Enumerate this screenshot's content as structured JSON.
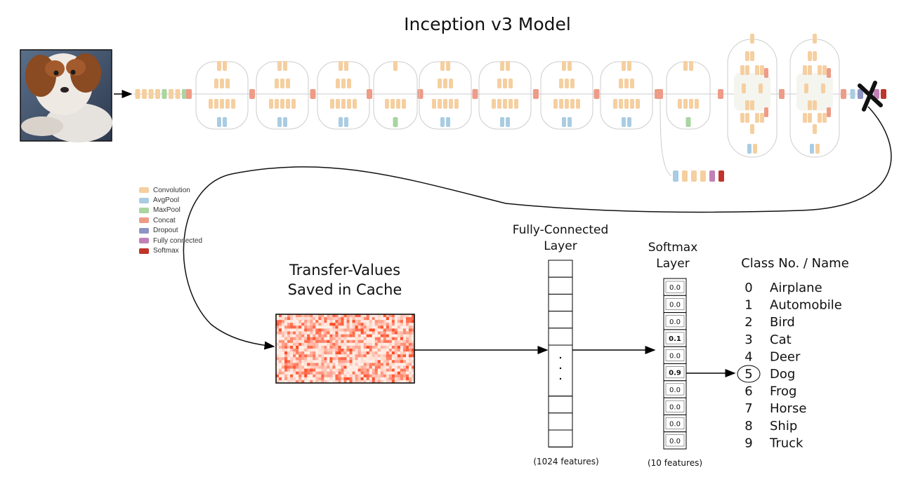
{
  "title": "Inception v3 Model",
  "colors": {
    "convolution": "#f5cfa0",
    "avgpool": "#a9cce3",
    "maxpool": "#a8d5a0",
    "concat": "#ee9b87",
    "dropout": "#8e95c4",
    "fully_connected": "#c181b7",
    "softmax": "#c0352b",
    "line": "#cccccc",
    "arrow": "#000000"
  },
  "legend": [
    {
      "label": "Convolution",
      "color": "#f5cfa0"
    },
    {
      "label": "AvgPool",
      "color": "#a9cce3"
    },
    {
      "label": "MaxPool",
      "color": "#a8d5a0"
    },
    {
      "label": "Concat",
      "color": "#ee9b87"
    },
    {
      "label": "Dropout",
      "color": "#8e95c4"
    },
    {
      "label": "Fully connected",
      "color": "#c181b7"
    },
    {
      "label": "Softmax",
      "color": "#c0352b"
    }
  ],
  "transfer": {
    "line1": "Transfer-Values",
    "line2": "Saved in Cache"
  },
  "fc": {
    "line1": "Fully-Connected",
    "line2": "Layer",
    "dots": ". . .",
    "caption": "(1024 features)"
  },
  "softmax_layer": {
    "line1": "Softmax",
    "line2": "Layer",
    "values": [
      "0.0",
      "0.0",
      "0.0",
      "0.1",
      "0.0",
      "0.9",
      "0.0",
      "0.0",
      "0.0",
      "0.0"
    ],
    "caption": "(10 features)"
  },
  "classes": {
    "header": "Class No. / Name",
    "highlighted": 5,
    "items": [
      {
        "num": "0",
        "name": "Airplane"
      },
      {
        "num": "1",
        "name": "Automobile"
      },
      {
        "num": "2",
        "name": "Bird"
      },
      {
        "num": "3",
        "name": "Cat"
      },
      {
        "num": "4",
        "name": "Deer"
      },
      {
        "num": "5",
        "name": "Dog"
      },
      {
        "num": "6",
        "name": "Frog"
      },
      {
        "num": "7",
        "name": "Horse"
      },
      {
        "num": "8",
        "name": "Ship"
      },
      {
        "num": "9",
        "name": "Truck"
      }
    ]
  }
}
